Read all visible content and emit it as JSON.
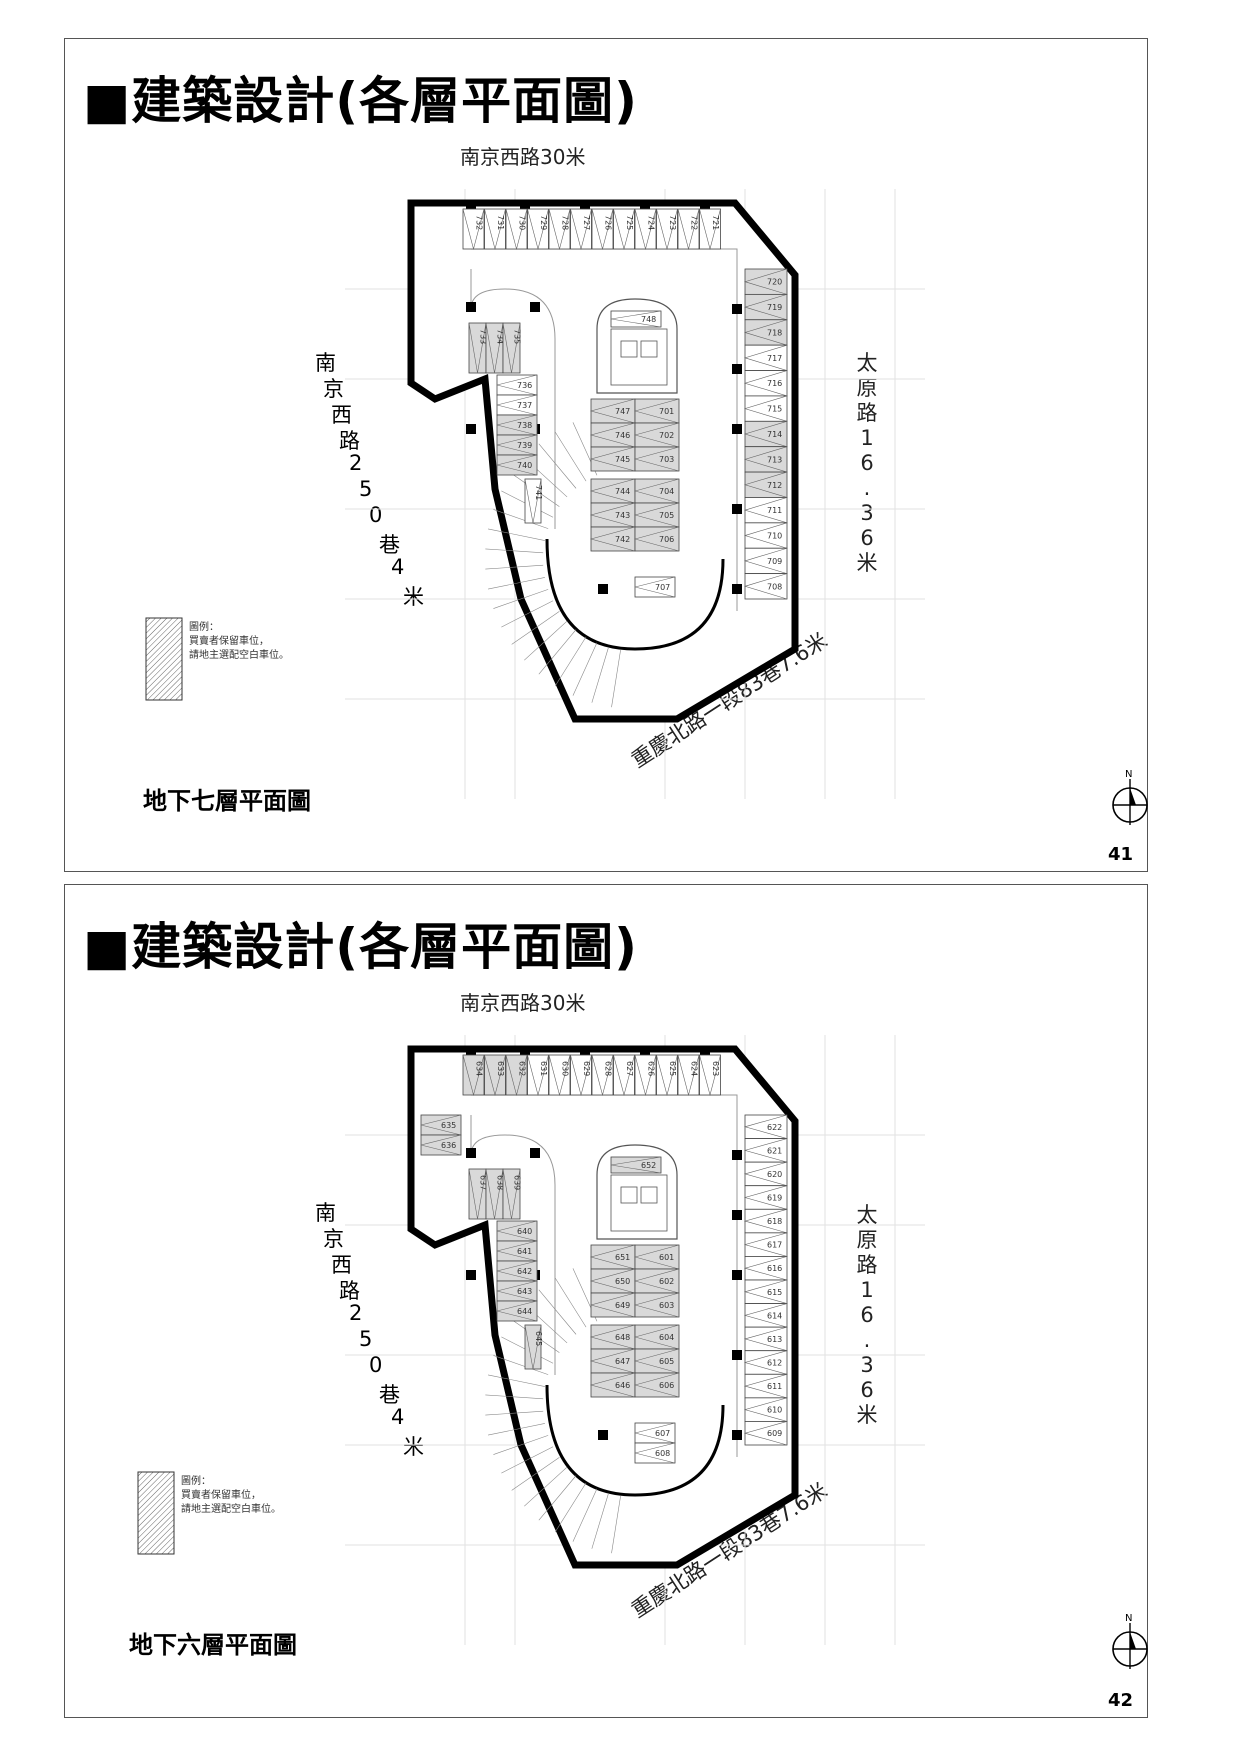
{
  "panels": [
    {
      "title": "■建築設計(各層平面圖)",
      "road_top": "南京西路30米",
      "road_right": [
        "太",
        "原",
        "路",
        "1",
        "6",
        ".",
        "3",
        "6",
        "米"
      ],
      "road_left": [
        "南",
        "京",
        "西",
        "路",
        "2",
        "5",
        "0",
        "巷",
        "4",
        "米"
      ],
      "road_bottom": "重慶北路一段83巷7.6米",
      "floor_label": "地下七層平面圖",
      "page_number": "41",
      "legend": [
        "圖例：",
        "買賣者保留車位，",
        "請地主選配空白車位。"
      ],
      "compass_label": "N",
      "top_row": [
        "732",
        "731",
        "730",
        "729",
        "728",
        "727",
        "726",
        "725",
        "724",
        "723",
        "722",
        "721"
      ],
      "right_column": [
        "720",
        "719",
        "718",
        "717",
        "716",
        "715",
        "714",
        "713",
        "712",
        "711",
        "710",
        "709",
        "708"
      ],
      "left_vertical": [
        "733",
        "734",
        "735"
      ],
      "left_column": [
        "736",
        "737",
        "738",
        "739",
        "740"
      ],
      "left_small": "741",
      "center_pairs": [
        [
          "747",
          "701"
        ],
        [
          "746",
          "702"
        ],
        [
          "745",
          "703"
        ],
        [
          "744",
          "704"
        ],
        [
          "743",
          "705"
        ],
        [
          "742",
          "706"
        ]
      ],
      "center_top": "748",
      "center_bottom": "707"
    },
    {
      "title": "■建築設計(各層平面圖)",
      "road_top": "南京西路30米",
      "road_right": [
        "太",
        "原",
        "路",
        "1",
        "6",
        ".",
        "3",
        "6",
        "米"
      ],
      "road_left": [
        "南",
        "京",
        "西",
        "路",
        "2",
        "5",
        "0",
        "巷",
        "4",
        "米"
      ],
      "road_bottom": "重慶北路一段83巷7.6米",
      "floor_label": "地下六層平面圖",
      "page_number": "42",
      "legend": [
        "圖例：",
        "買賣者保留車位，",
        "請地主選配空白車位。"
      ],
      "compass_label": "N",
      "top_row": [
        "634",
        "633",
        "632",
        "631",
        "630",
        "629",
        "628",
        "627",
        "626",
        "625",
        "624",
        "623"
      ],
      "right_column": [
        "622",
        "621",
        "620",
        "619",
        "618",
        "617",
        "616",
        "615",
        "614",
        "613",
        "612",
        "611",
        "610",
        "609"
      ],
      "left_vertical": [
        "637",
        "638",
        "639"
      ],
      "left_column": [
        "640",
        "641",
        "642",
        "643",
        "644"
      ],
      "left_small": "645",
      "left_top": [
        "635",
        "636"
      ],
      "center_pairs": [
        [
          "651",
          "601"
        ],
        [
          "650",
          "602"
        ],
        [
          "649",
          "603"
        ],
        [
          "648",
          "604"
        ],
        [
          "647",
          "605"
        ],
        [
          "646",
          "606"
        ]
      ],
      "center_top": "652",
      "center_bottom": [
        "607",
        "608"
      ]
    }
  ]
}
